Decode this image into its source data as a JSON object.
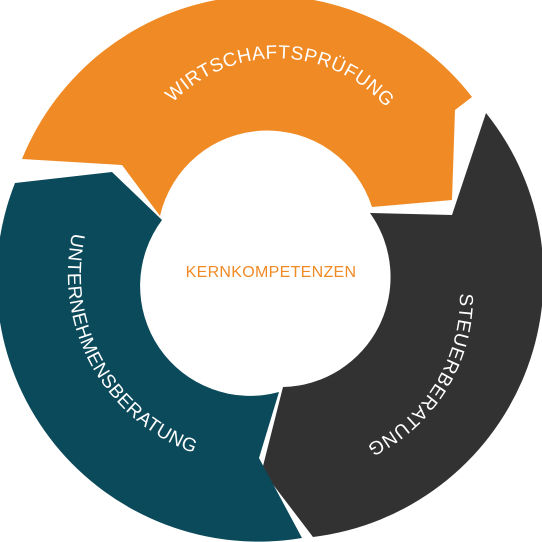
{
  "center": {
    "label": "KERNKOMPETENZEN",
    "color": "#f08a24"
  },
  "segments": [
    {
      "id": "wirtschaftspruefung",
      "label": "WIRTSCHAFTSPRÜFUNG",
      "color": "#f08a24"
    },
    {
      "id": "steuerberatung",
      "label": "STEUERBERATUNG",
      "color": "#323232"
    },
    {
      "id": "unternehmensberatung",
      "label": "UNTERNEHMENSBERATUNG",
      "color": "#0b4a5a"
    }
  ]
}
